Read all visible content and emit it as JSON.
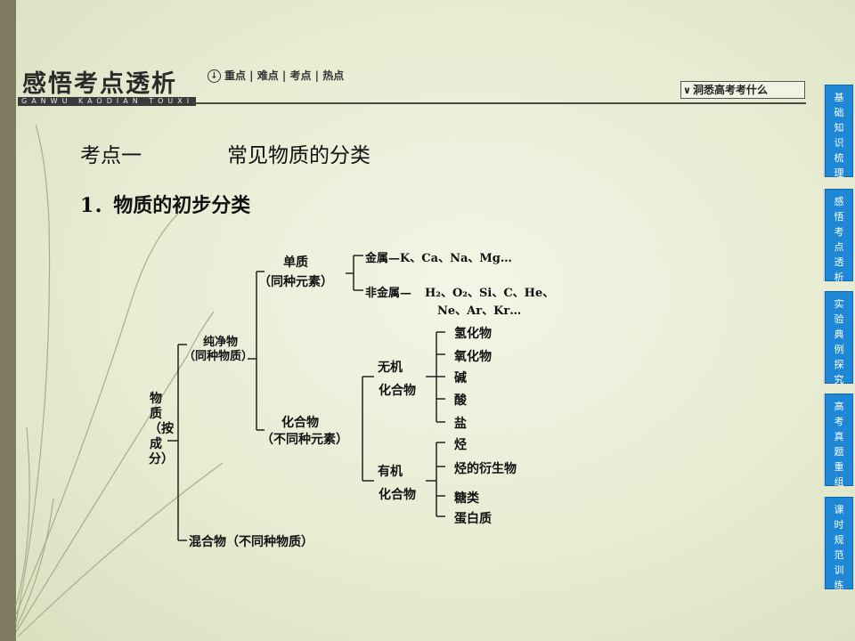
{
  "header": {
    "brand_title": "感悟考点透析",
    "brand_subtitle": "GANWU KAODIAN TOUXI",
    "tagline_icon": "arrow-circle-icon",
    "tagline": "重点 | 难点 | 考点 | 热点",
    "button_label": "洞悉高考考什么"
  },
  "content": {
    "section_label": "考点一",
    "section_title": "常见物质的分类",
    "subheading": "1．物质的初步分类"
  },
  "tree": {
    "root": "物质（按成分）",
    "pure": "纯净物",
    "pure_note": "（同种物质）",
    "mixture": "混合物（不同种物质）",
    "element": "单质",
    "element_note": "（同种元素）",
    "compound": "化合物",
    "compound_note": "（不同种元素）",
    "metal": "金属—K、Ca、Na、Mg…",
    "nonmetal_label": "非金属—",
    "nonmetal_line1": "H₂、O₂、Si、C、He、",
    "nonmetal_line2": "Ne、Ar、Kr…",
    "inorganic_1": "无机",
    "inorganic_2": "化合物",
    "organic_1": "有机",
    "organic_2": "化合物",
    "inorganic_items": [
      "氢化物",
      "氧化物",
      "碱",
      "酸",
      "盐"
    ],
    "organic_items": [
      "烃",
      "烃的衍生物",
      "糖类",
      "蛋白质"
    ]
  },
  "nav": {
    "items": [
      {
        "label": "基础知识梳理"
      },
      {
        "label": "感悟考点透析"
      },
      {
        "label": "实验典例探究"
      },
      {
        "label": "高考真题重组"
      },
      {
        "label": "课时规范训练"
      }
    ]
  },
  "colors": {
    "background": "#e7ecd2",
    "left_bar": "#7d7a61",
    "nav_blue": "#1e88d6",
    "text": "#111111"
  }
}
